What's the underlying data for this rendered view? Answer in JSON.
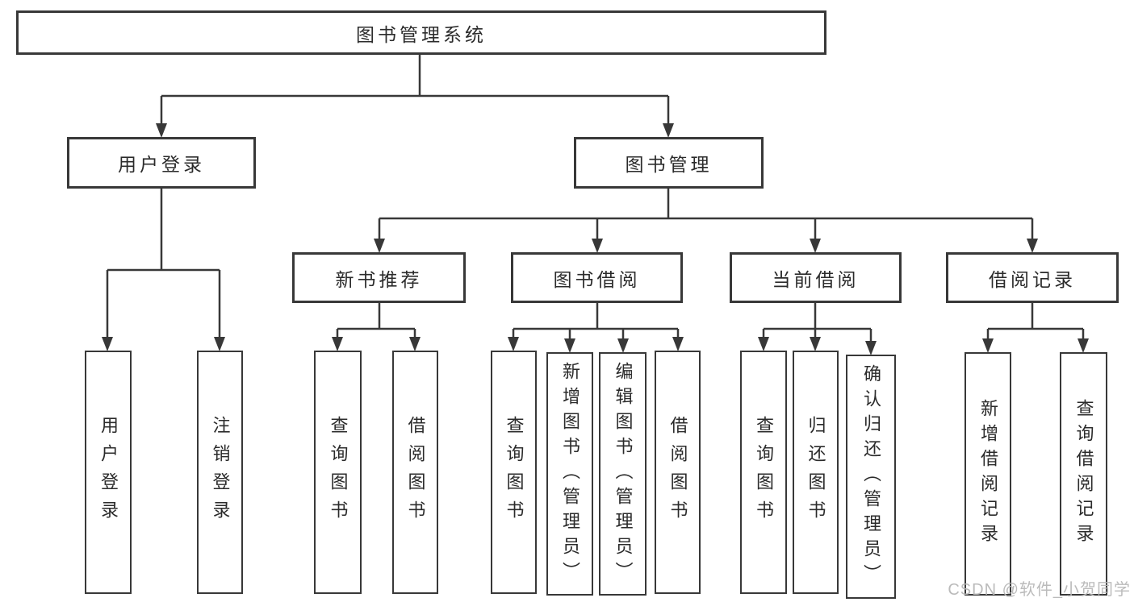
{
  "nodes": {
    "root": "图书管理系统",
    "user_login": "用户登录",
    "book_mgmt": "图书管理",
    "new_book": "新书推荐",
    "book_borrow": "图书借阅",
    "current_borrow": "当前借阅",
    "borrow_record": "借阅记录",
    "leaves": {
      "user_login": [
        "用户登录",
        "注销登录"
      ],
      "new_book": [
        "查询图书",
        "借阅图书"
      ],
      "book_borrow": [
        "查询图书",
        "新增图书（管理员）",
        "编辑图书（管理员）",
        "借阅图书"
      ],
      "current_borrow": [
        "查询图书",
        "归还图书",
        "确认归还（管理员）"
      ],
      "borrow_record": [
        "新增借阅记录",
        "查询借阅记录"
      ]
    }
  },
  "watermark": "CSDN @软件_小贺同学",
  "colors": {
    "line": "#383838",
    "text": "#2b2b2b",
    "watermark": "#b7b7b7",
    "background": "#ffffff"
  }
}
